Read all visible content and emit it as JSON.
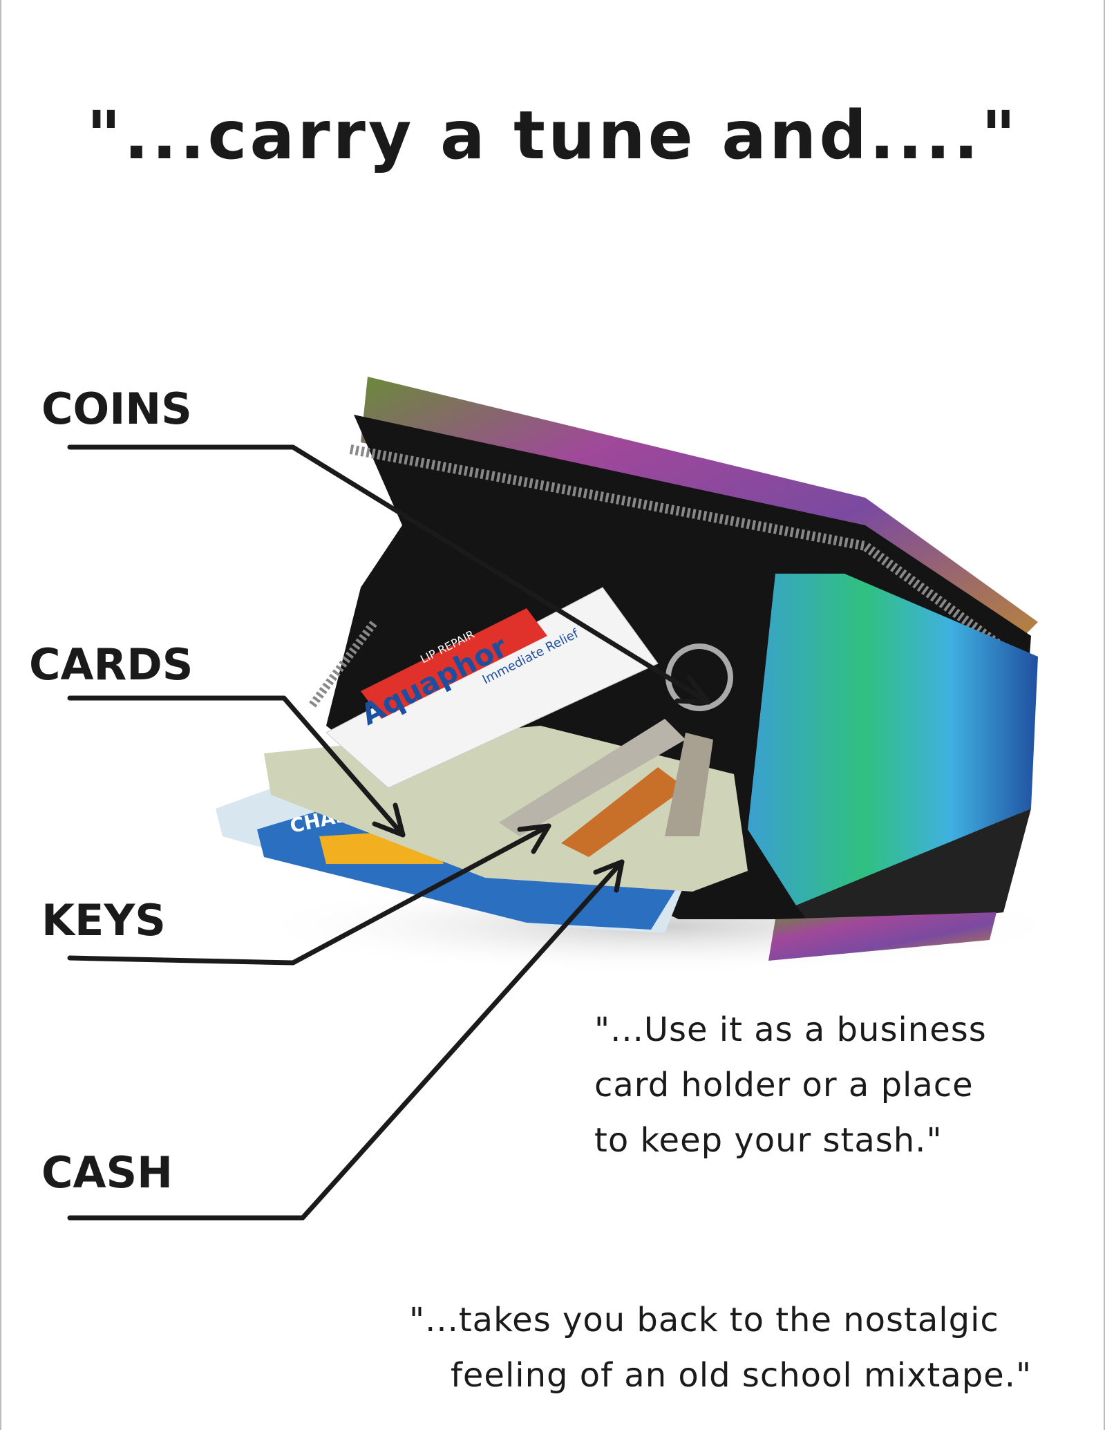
{
  "title": "\"...carry a tune and....\"",
  "labels": {
    "coins": "COINS",
    "cards": "CARDS",
    "keys": "KEYS",
    "cash": "CASH"
  },
  "quote_business": {
    "lines": [
      "\"...Use it as a business",
      "card holder or a place",
      "to keep your stash.\""
    ]
  },
  "quote_nostalgic": {
    "lines": [
      "\"...takes you back to the nostalgic",
      "feeling of an old school mixtape.\""
    ]
  },
  "product_label": {
    "brand": "Aquaphor",
    "subtitle": "LIP REPAIR",
    "tagline": "Immediate Relief",
    "card_text": "CHASE"
  }
}
